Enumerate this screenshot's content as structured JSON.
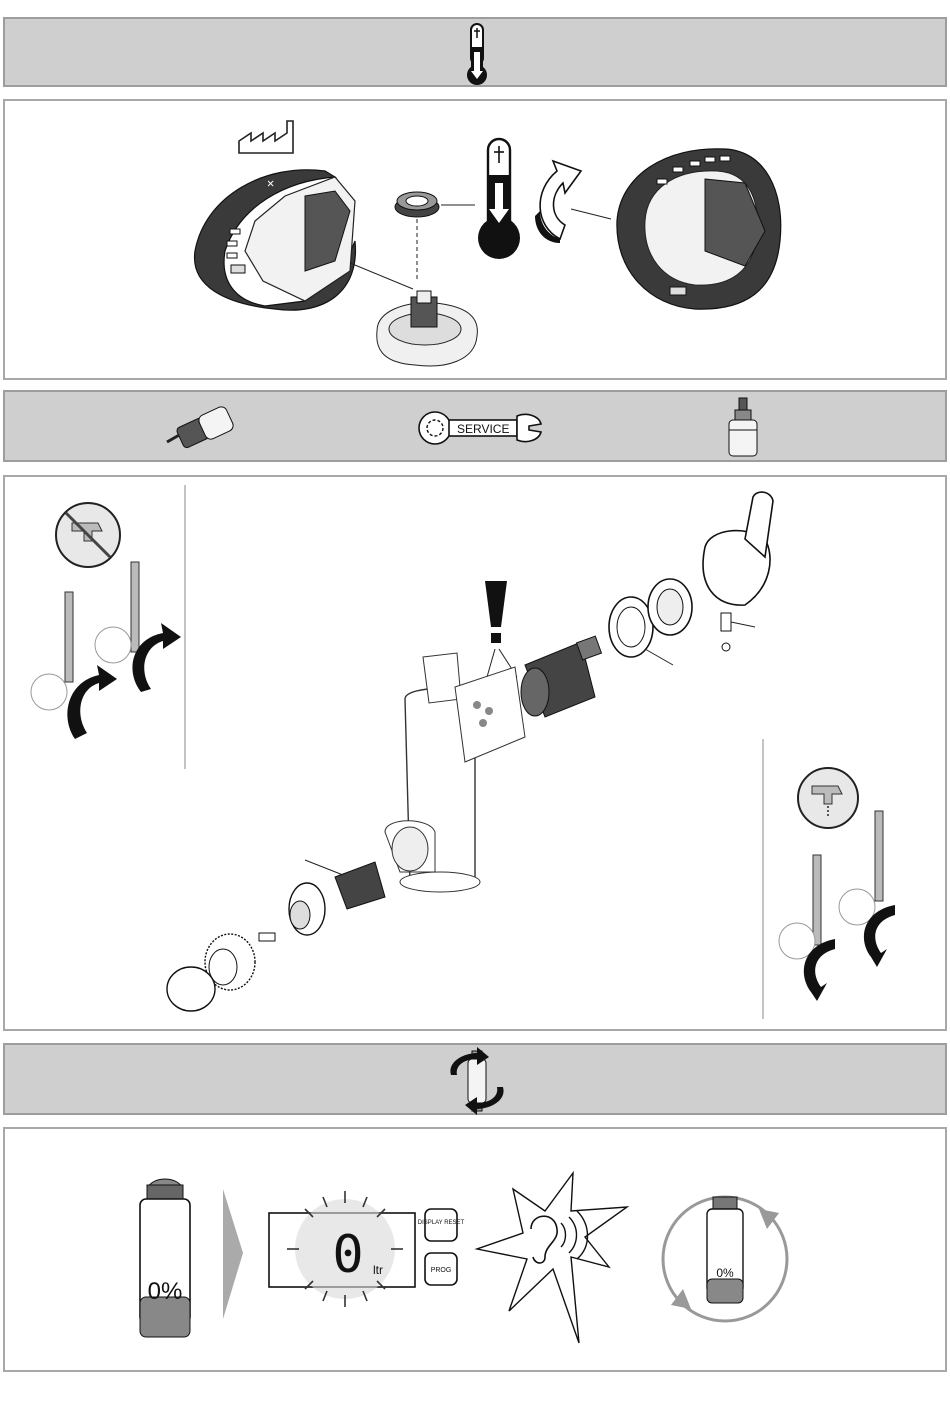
{
  "sections": [
    {
      "id": "temperature-header",
      "icon": "thermometer-down-icon"
    },
    {
      "id": "temperature-limiter-panel",
      "icons": [
        "factory-icon",
        "thermometer-down-icon",
        "rotate-arrow-icon"
      ]
    },
    {
      "id": "service-header",
      "icons": [
        "thermostatic-cartridge-icon",
        "service-wrench-icon",
        "ceramic-cartridge-icon"
      ],
      "service_label": "SERVICE"
    },
    {
      "id": "service-exploded-panel",
      "icons": [
        "no-water-icon",
        "valve-close-icon",
        "exclamation-warning-icon",
        "water-on-icon",
        "valve-open-icon"
      ]
    },
    {
      "id": "filter-change-header",
      "icon": "filter-rotate-icon"
    },
    {
      "id": "filter-reset-panel",
      "filter_percent": "0%",
      "display_value": "0",
      "display_unit": "ltr",
      "button_display_reset": "DISPLAY RESET",
      "button_prog": "PROG",
      "icons": [
        "filter-cartridge-icon",
        "chevron-right-icon",
        "lcd-display-icon",
        "ear-sound-icon",
        "filter-rotate-icon"
      ]
    }
  ],
  "colors": {
    "band": "#cfcfcf",
    "border": "#9d9d9d",
    "dark": "#2a2a2a",
    "mid": "#7a7a7a",
    "light": "#e6e6e6"
  }
}
